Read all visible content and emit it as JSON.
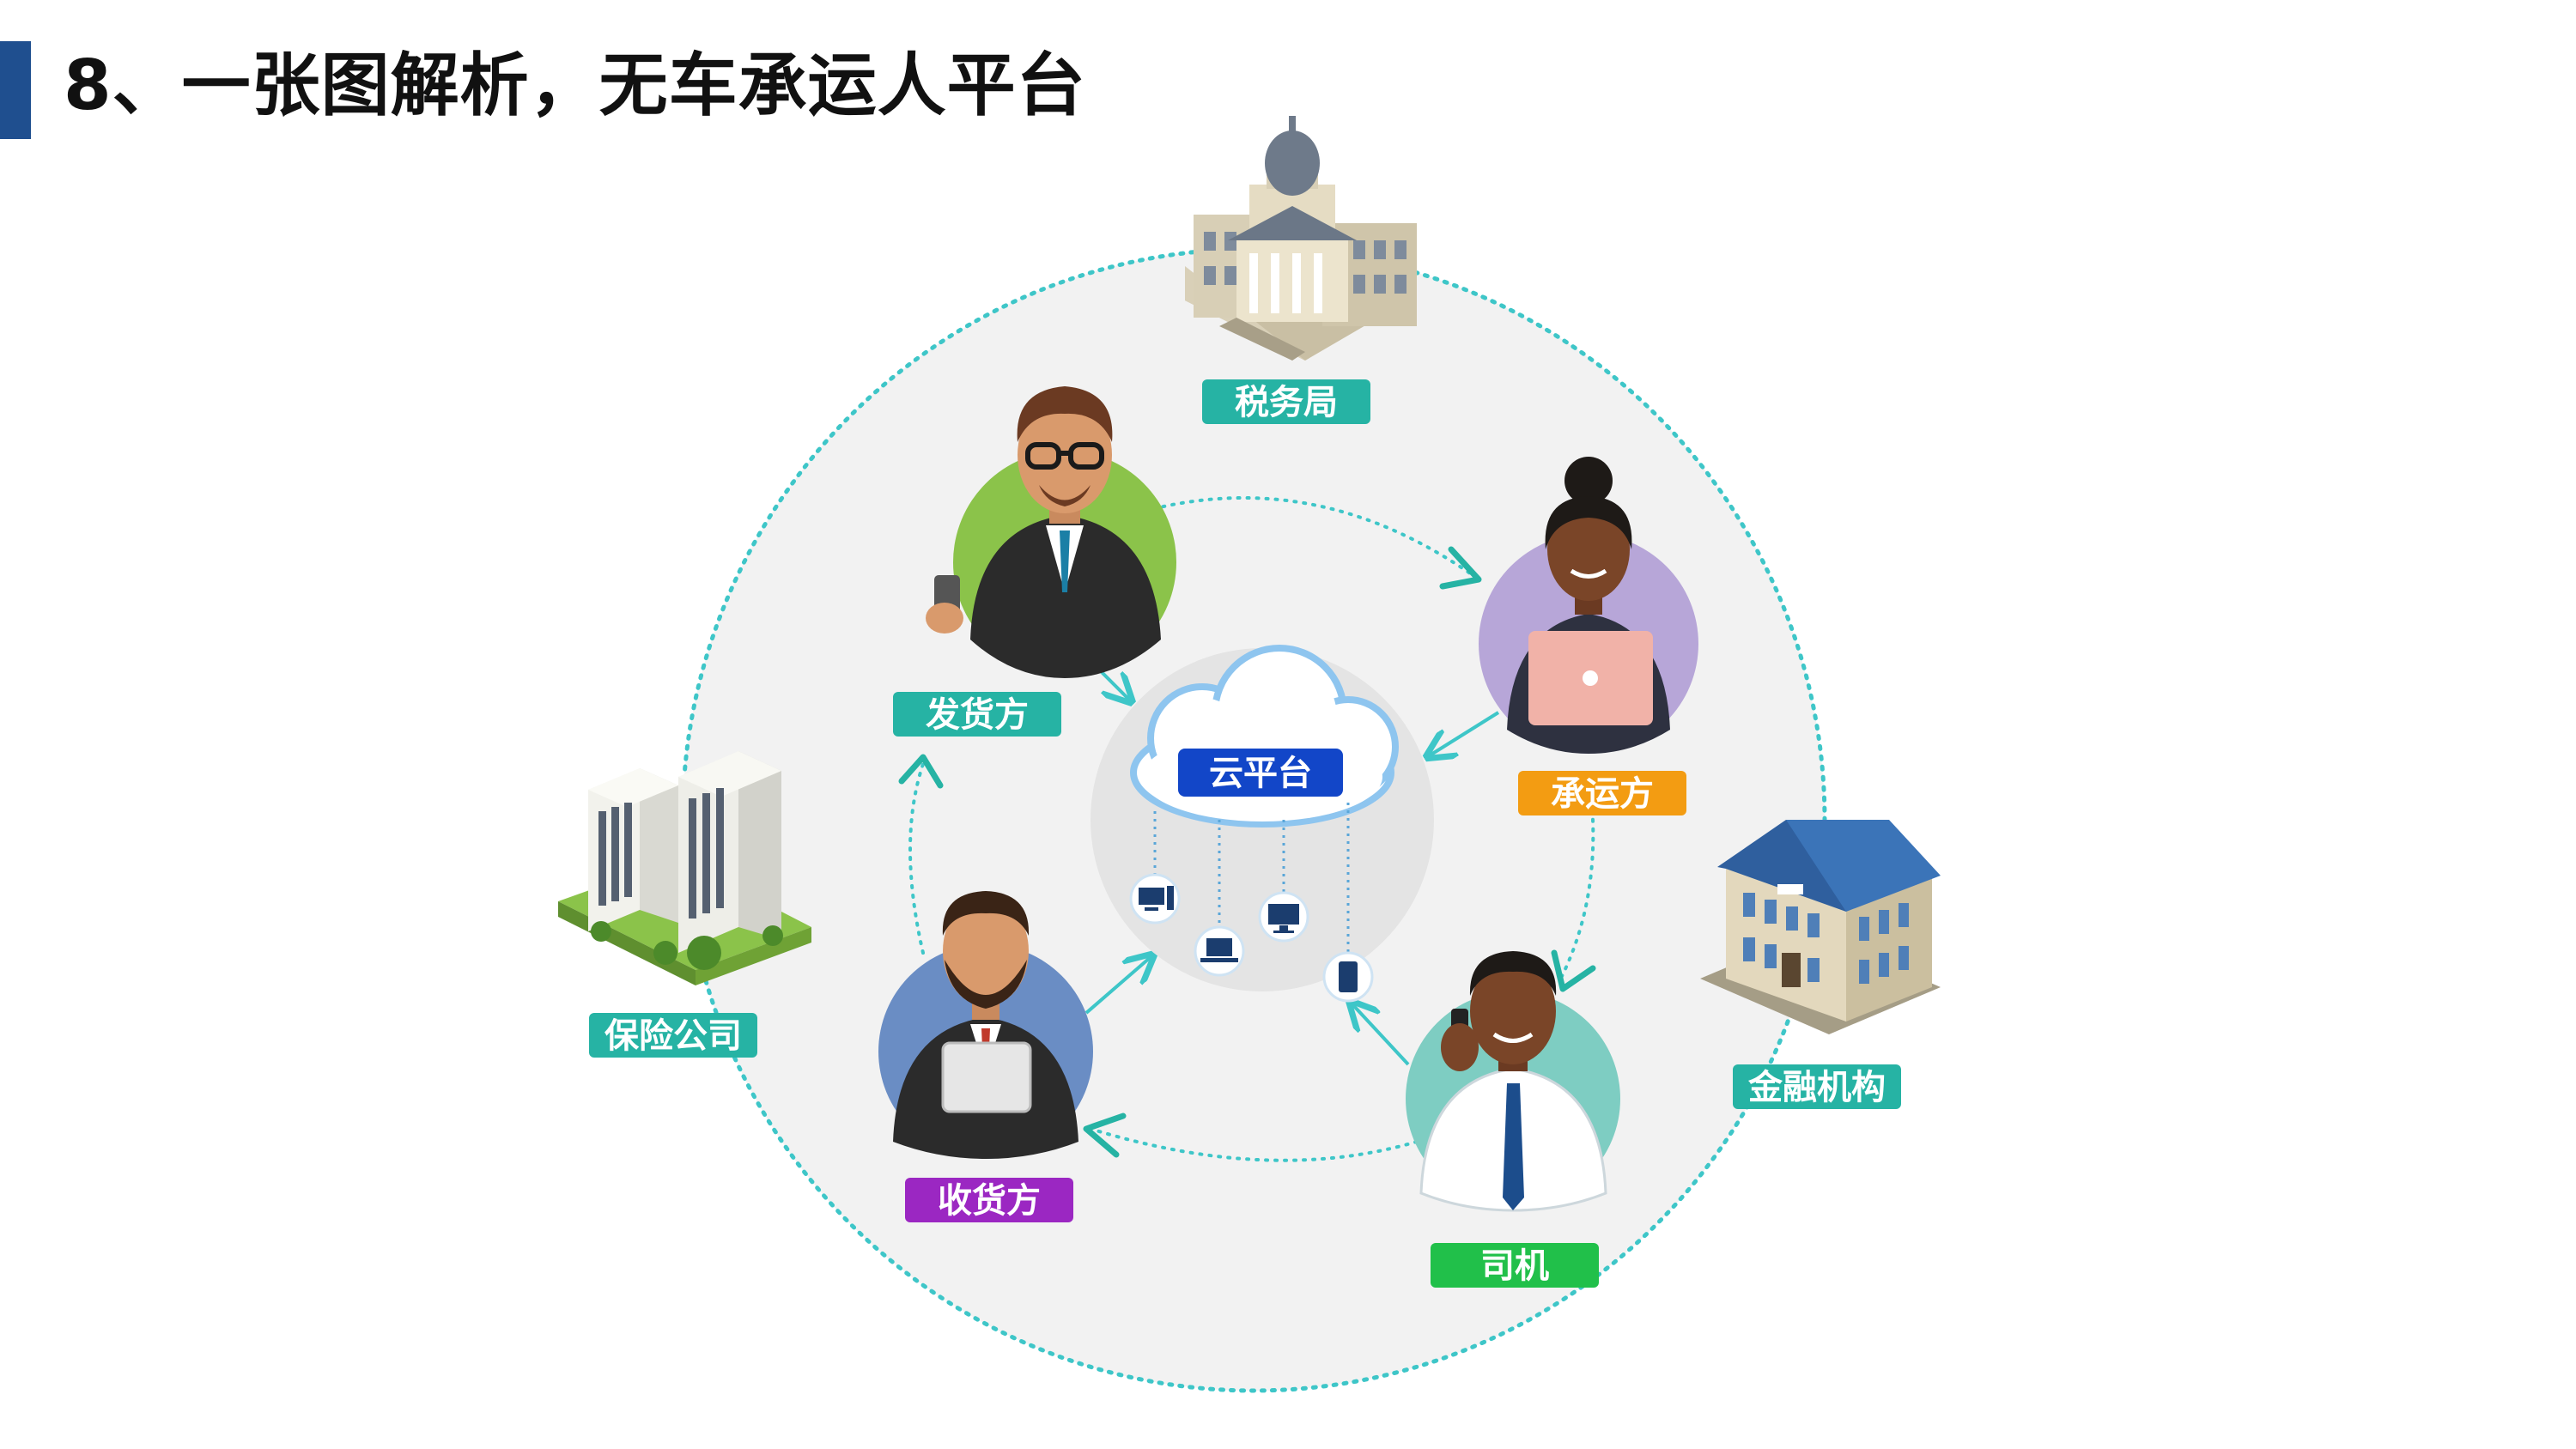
{
  "slide": {
    "title": "8、一张图解析，无车承运人平台"
  },
  "colors": {
    "accent_bar": "#1f4f8f",
    "teal_label": "#26b3a4",
    "orange_label": "#f39c12",
    "purple_label": "#9b27c2",
    "green_label": "#21c04a",
    "cloud_label": "#1246c8",
    "dotted_line": "#3ec6c8",
    "circle_bg": "#f2f2f2"
  },
  "diagram": {
    "center": {
      "label": "云平台",
      "icon": "cloud-icon",
      "devices": [
        "desktop-icon",
        "laptop-icon",
        "monitor-icon",
        "tablet-icon"
      ]
    },
    "roles": {
      "shipper": {
        "label": "发货方",
        "icon": "businessman-phone-icon"
      },
      "carrier": {
        "label": "承运方",
        "icon": "woman-laptop-icon"
      },
      "driver": {
        "label": "司机",
        "icon": "driver-phone-icon"
      },
      "consignee": {
        "label": "收货方",
        "icon": "man-tablet-icon"
      }
    },
    "institutions": {
      "tax": {
        "label": "税务局",
        "icon": "government-building-icon"
      },
      "insurance": {
        "label": "保险公司",
        "icon": "office-buildings-icon"
      },
      "finance": {
        "label": "金融机构",
        "icon": "bank-building-icon"
      }
    }
  }
}
